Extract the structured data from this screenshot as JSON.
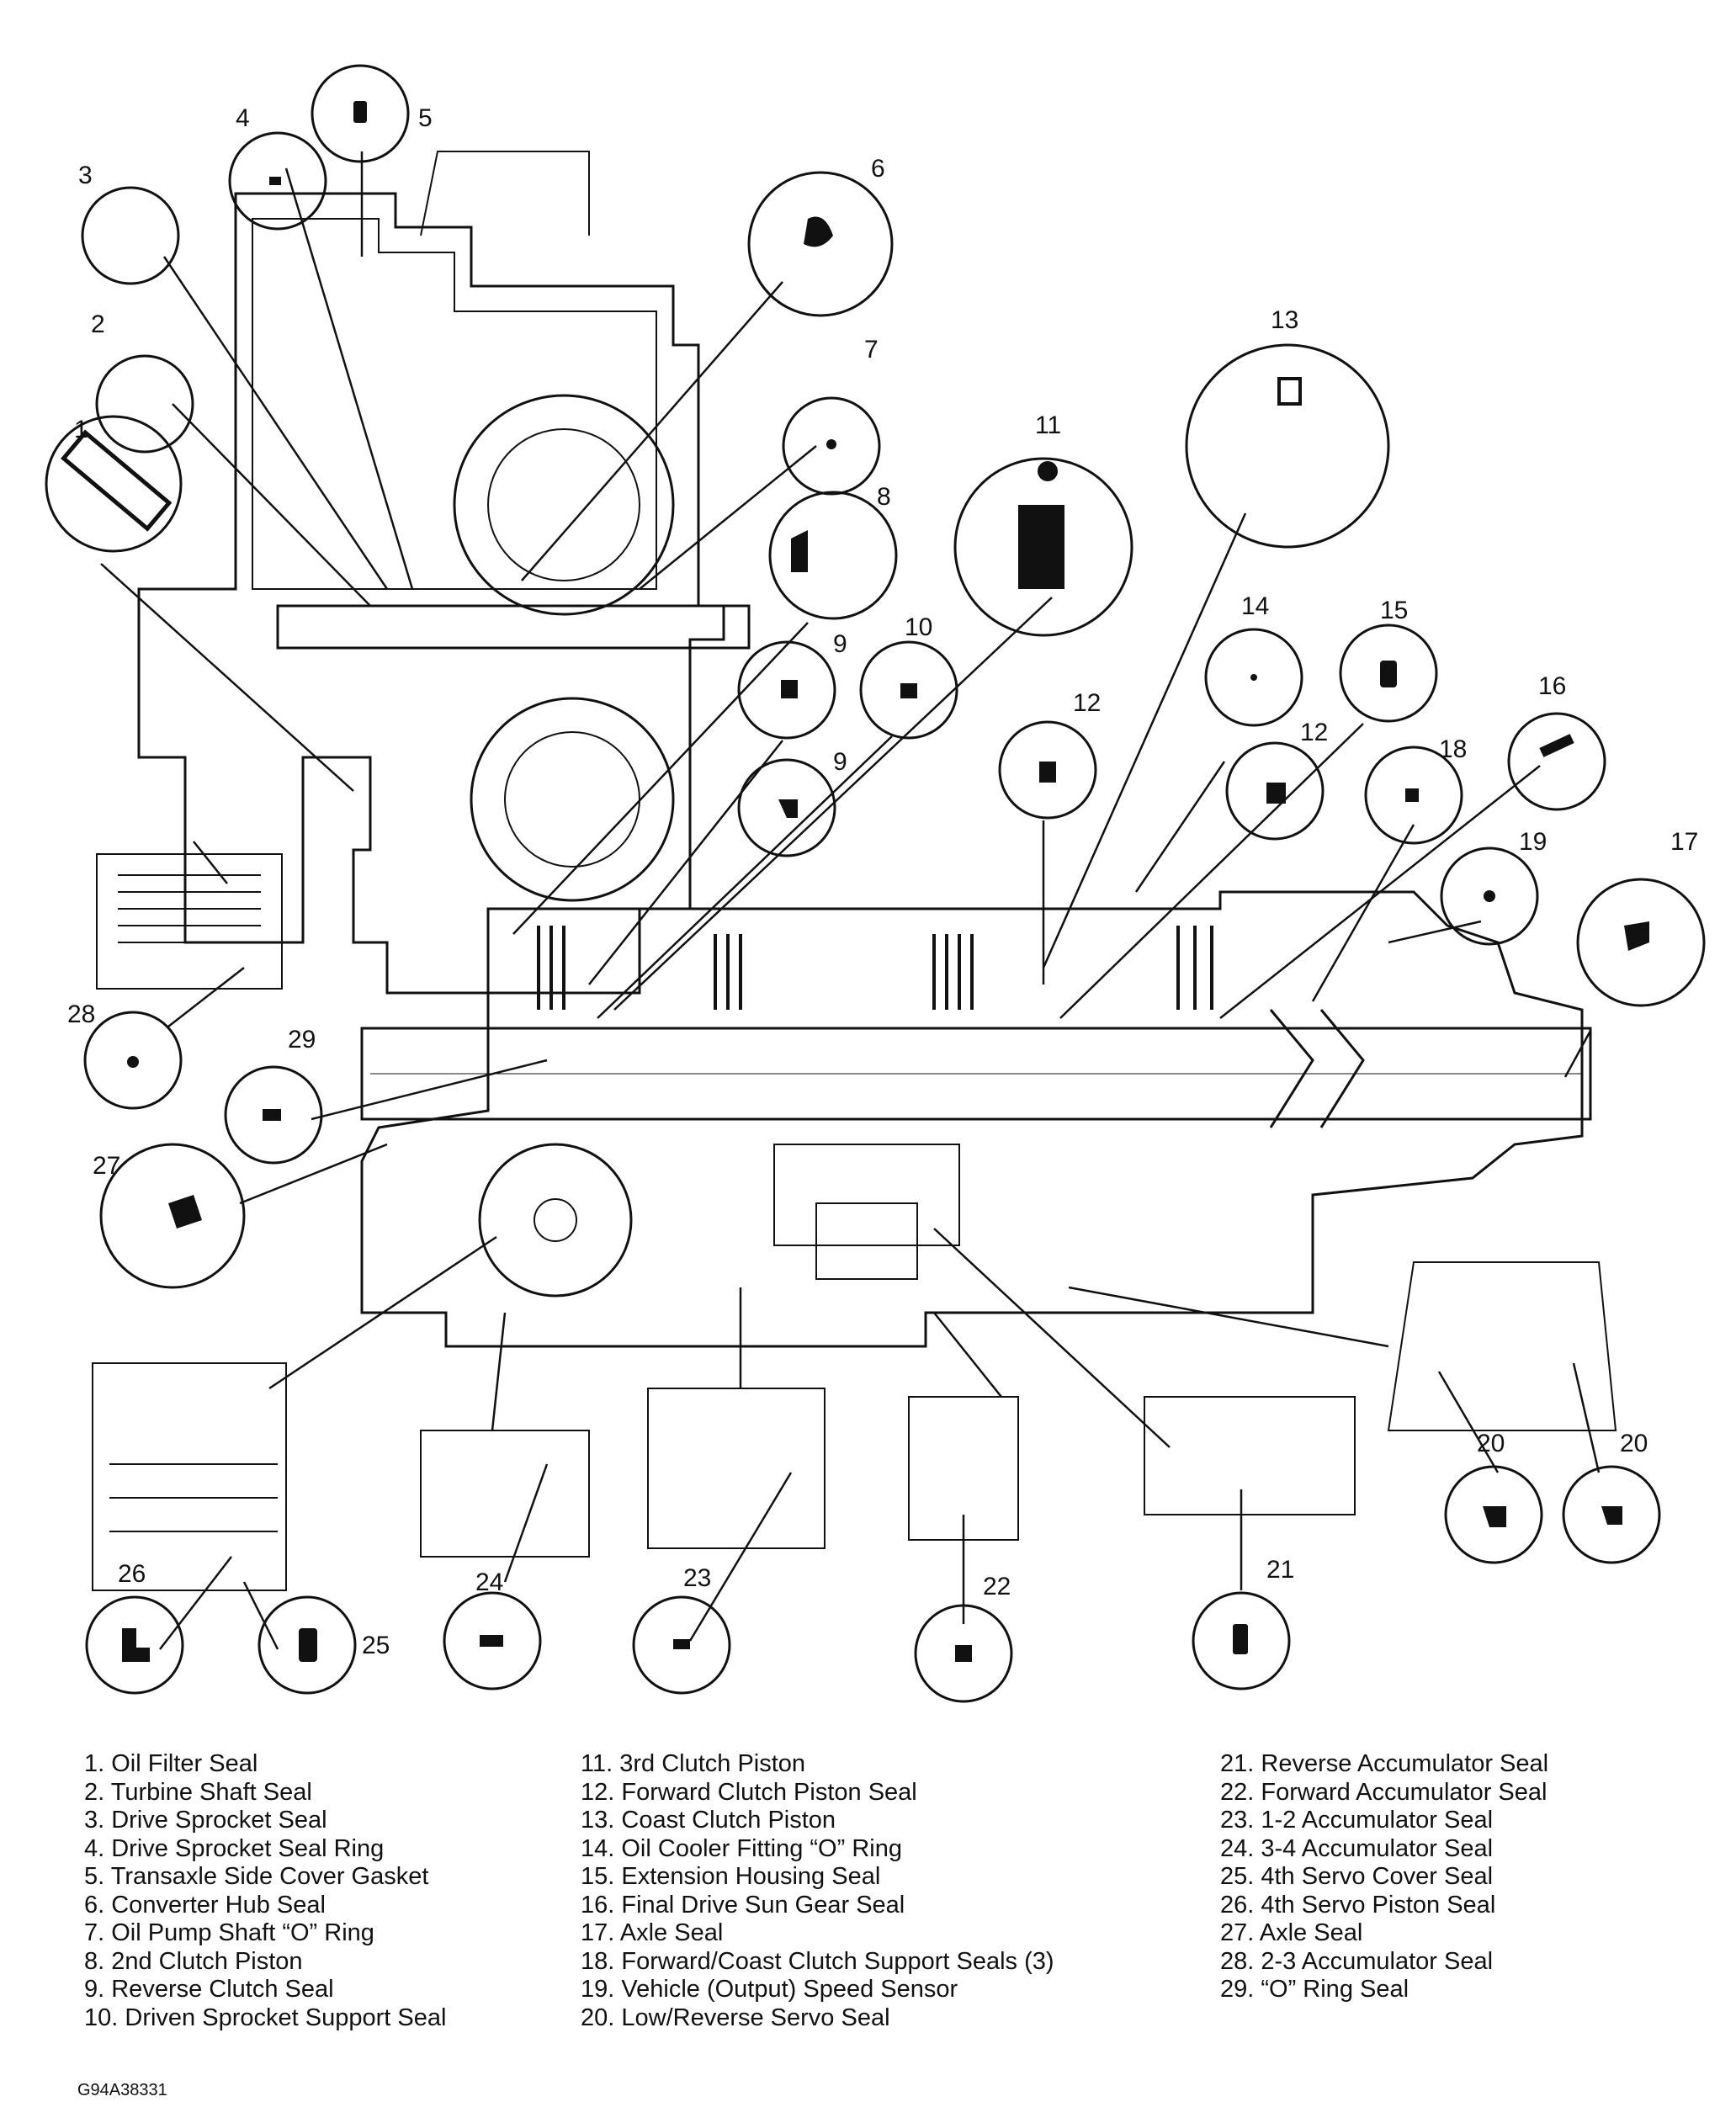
{
  "callouts": [
    "1",
    "2",
    "3",
    "4",
    "5",
    "6",
    "7",
    "8",
    "9",
    "10",
    "11",
    "12",
    "13",
    "14",
    "15",
    "16",
    "17",
    "18",
    "19",
    "20",
    "21",
    "22",
    "23",
    "24",
    "25",
    "26",
    "27",
    "28",
    "29"
  ],
  "legend": {
    "col1": [
      "1. Oil Filter Seal",
      "2. Turbine Shaft Seal",
      "3. Drive Sprocket Seal",
      "4. Drive Sprocket Seal Ring",
      "5. Transaxle Side Cover Gasket",
      "6. Converter Hub Seal",
      "7. Oil Pump Shaft “O” Ring",
      "8. 2nd Clutch Piston",
      "9. Reverse Clutch Seal",
      "10. Driven Sprocket Support Seal"
    ],
    "col2": [
      "11. 3rd Clutch Piston",
      "12. Forward Clutch Piston Seal",
      "13. Coast Clutch Piston",
      "14. Oil Cooler Fitting “O” Ring",
      "15. Extension Housing Seal",
      "16. Final Drive Sun Gear Seal",
      "17. Axle Seal",
      "18. Forward/Coast Clutch Support Seals (3)",
      "19. Vehicle (Output) Speed Sensor",
      "20. Low/Reverse Servo Seal"
    ],
    "col3": [
      "21. Reverse Accumulator Seal",
      "22. Forward Accumulator Seal",
      "23. 1-2 Accumulator Seal",
      "24. 3-4 Accumulator Seal",
      "25. 4th Servo Cover Seal",
      "26. 4th Servo Piston Seal",
      "27. Axle Seal",
      "28. 2-3 Accumulator Seal",
      "29. “O” Ring Seal"
    ]
  },
  "figure_code": "G94A38331"
}
